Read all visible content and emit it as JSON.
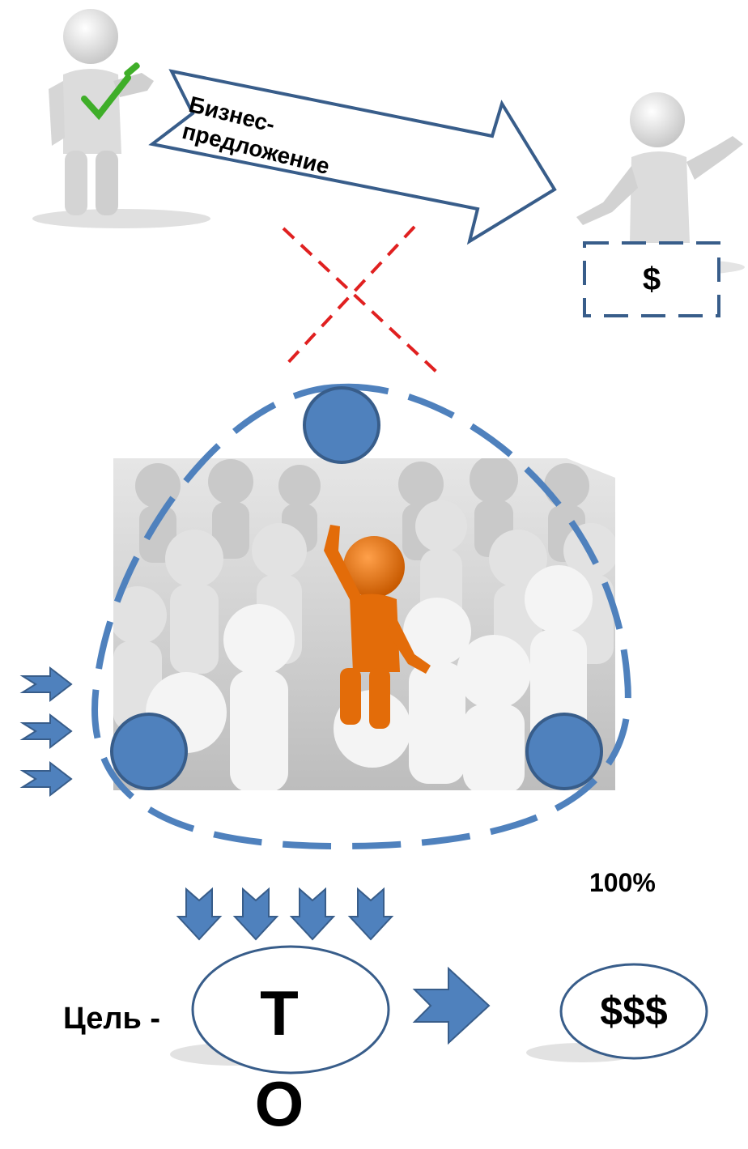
{
  "arrow_label": "Бизнес-\nпредложение",
  "price_box": "$",
  "percent": "100%",
  "goal_label": "Цель -",
  "center_label": "ТО",
  "result_label": "$$$",
  "colors": {
    "blue": "#4f81bd",
    "blue_dark": "#385d8a",
    "red_dash": "#e02020",
    "figure": "#d9d9d9",
    "orange": "#e36c09"
  },
  "icons": [
    "person-checklist-icon",
    "person-presenting-icon",
    "crowd-with-leader-image",
    "cross-mark-icon"
  ]
}
